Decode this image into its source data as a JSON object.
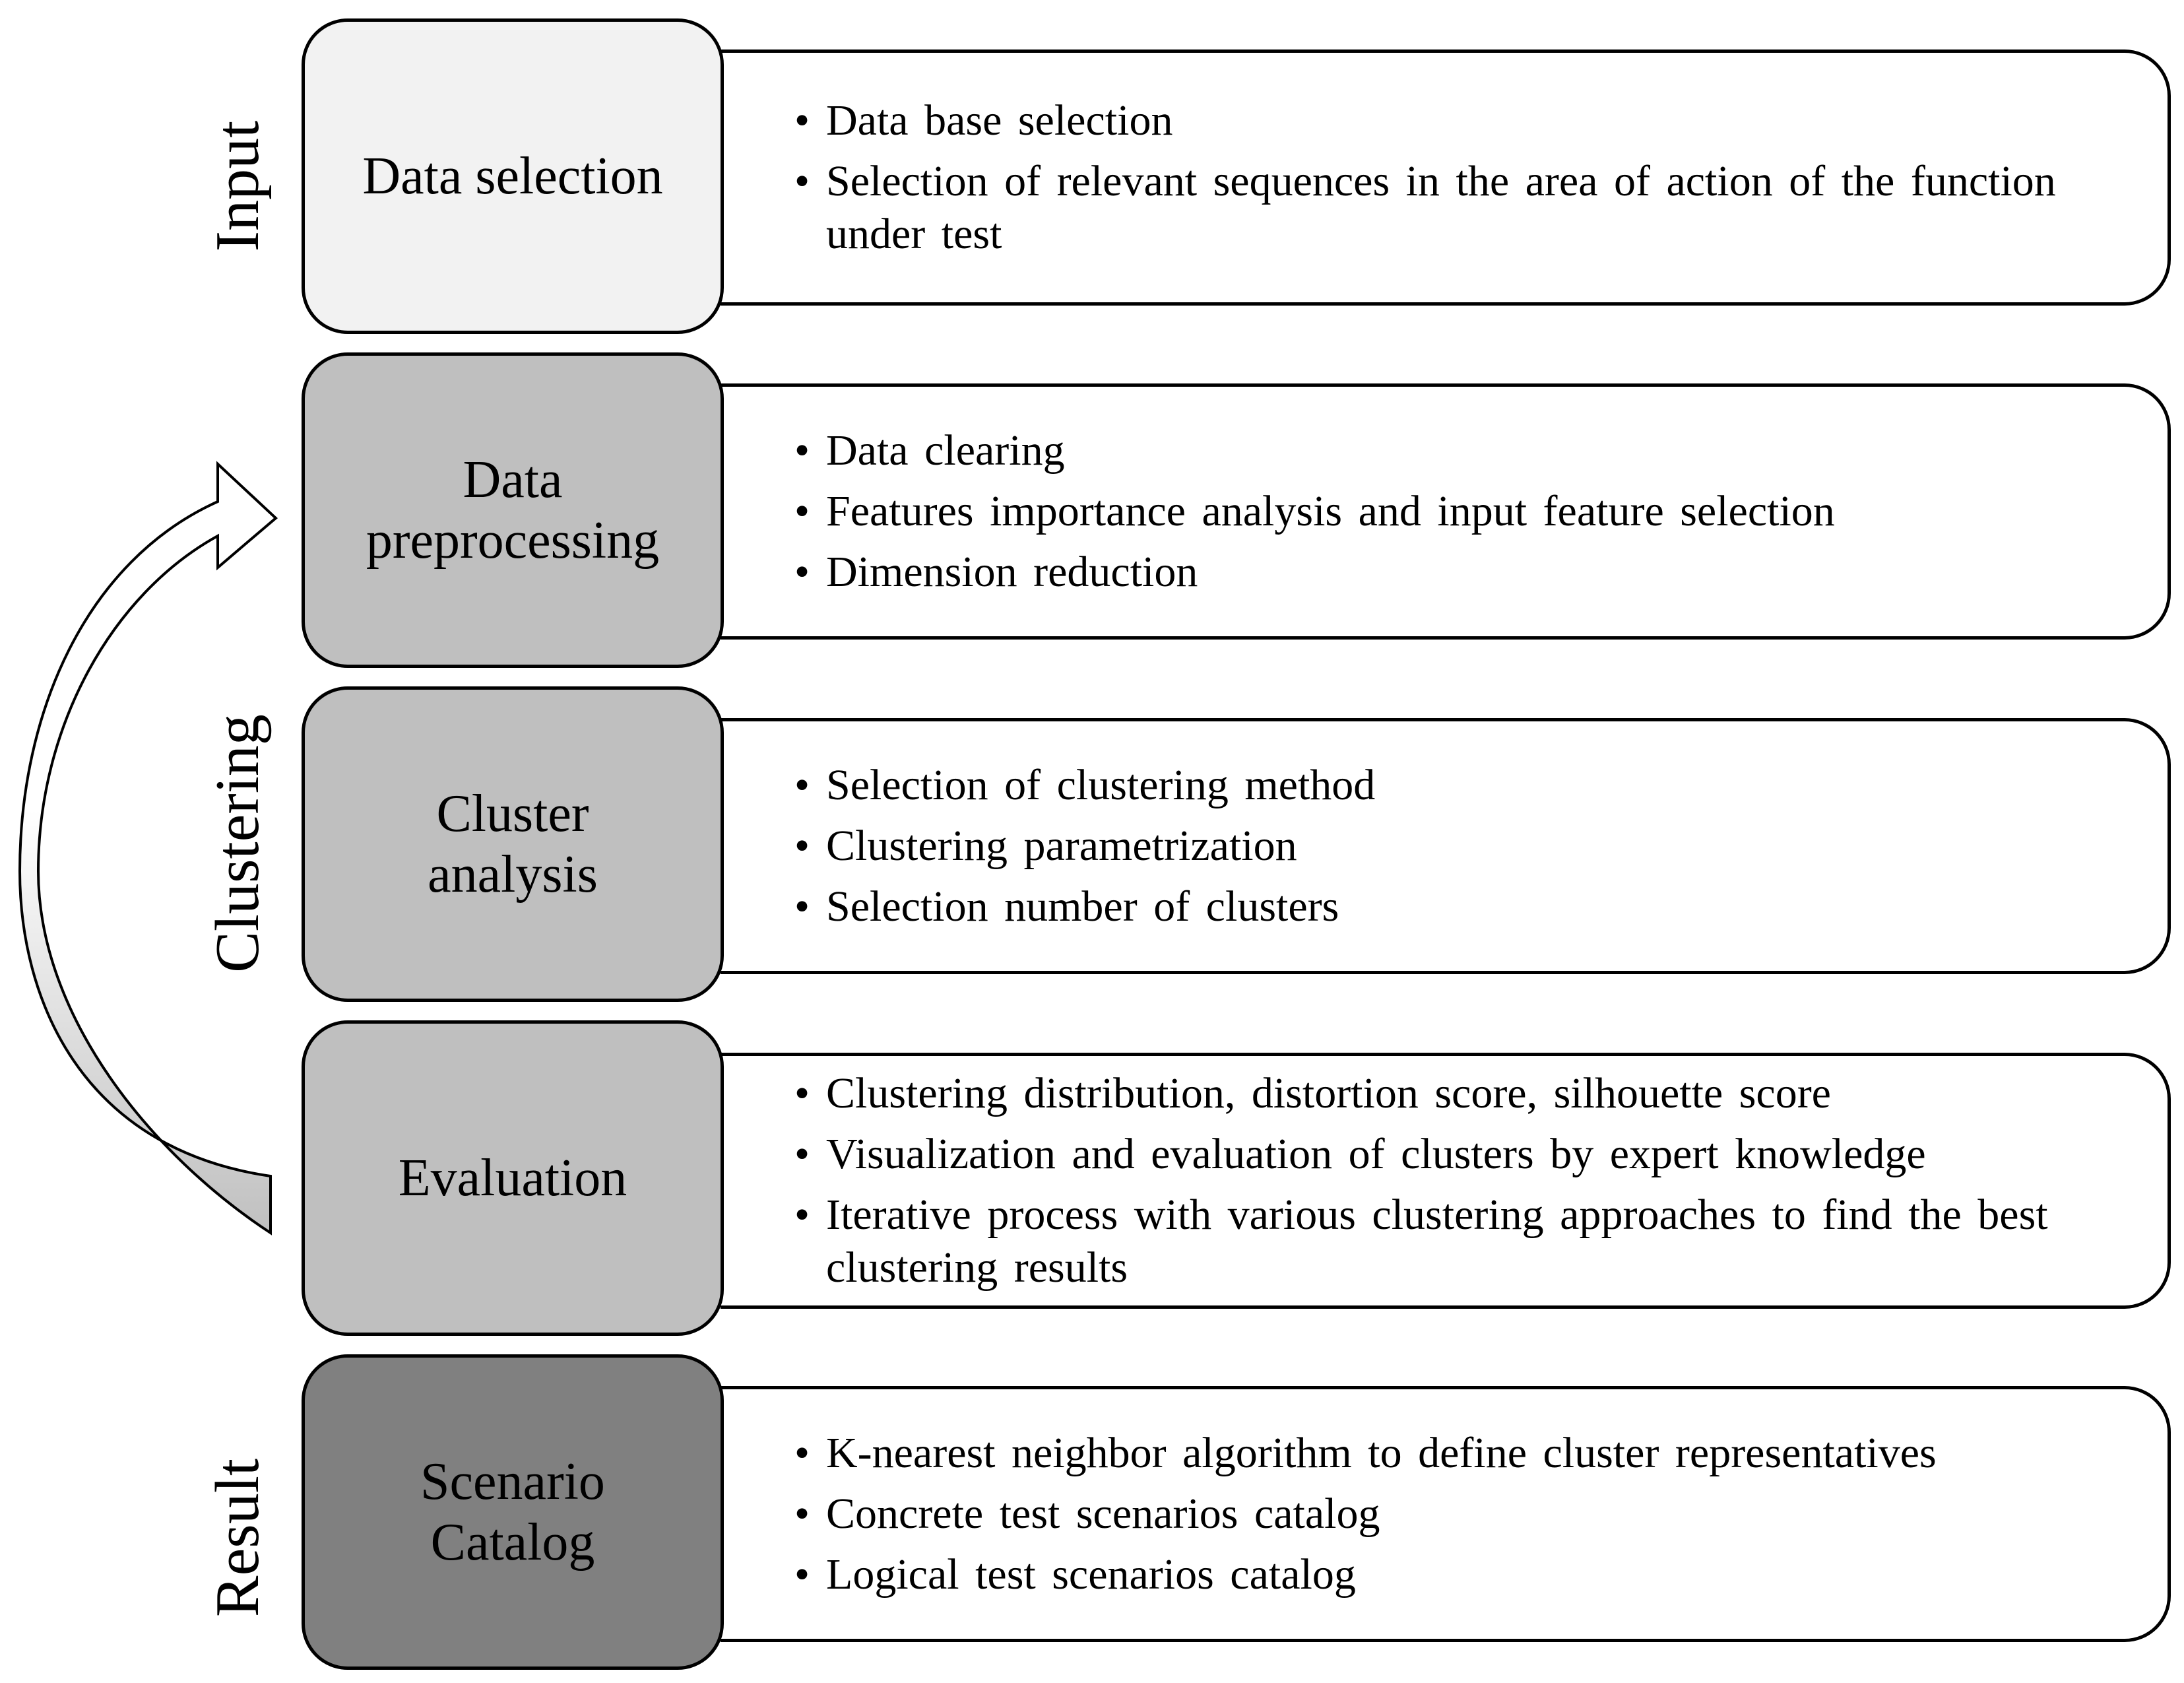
{
  "phases": [
    {
      "id": "input",
      "label": "Input"
    },
    {
      "id": "clustering",
      "label": "Clustering"
    },
    {
      "id": "result",
      "label": "Result"
    }
  ],
  "steps": [
    {
      "id": "data-selection",
      "title": "Data selection",
      "fill": "#f2f2f2",
      "items": [
        "Data base selection",
        "Selection of relevant sequences in the area of action of the function under test"
      ]
    },
    {
      "id": "data-preprocessing",
      "title": "Data\npreprocessing",
      "fill": "#bfbfbf",
      "items": [
        "Data clearing",
        "Features importance analysis and input feature selection",
        "Dimension reduction"
      ]
    },
    {
      "id": "cluster-analysis",
      "title": "Cluster\nanalysis",
      "fill": "#bfbfbf",
      "items": [
        "Selection of clustering method",
        "Clustering parametrization",
        "Selection number of clusters"
      ]
    },
    {
      "id": "evaluation",
      "title": "Evaluation",
      "fill": "#bfbfbf",
      "items": [
        "Clustering distribution, distortion score, silhouette score",
        "Visualization and evaluation of clusters by expert knowledge",
        "Iterative process with various clustering approaches to find the best clustering results"
      ]
    },
    {
      "id": "scenario-catalog",
      "title": "Scenario\nCatalog",
      "fill": "#808080",
      "items": [
        "K-nearest neighbor algorithm to define cluster representatives",
        "Concrete test scenarios catalog",
        "Logical test scenarios catalog"
      ]
    }
  ],
  "colors": {
    "stroke": "#000000",
    "detail_fill": "#ffffff",
    "arrow_gradient": [
      "#ffffff",
      "#c0c0c0"
    ]
  }
}
